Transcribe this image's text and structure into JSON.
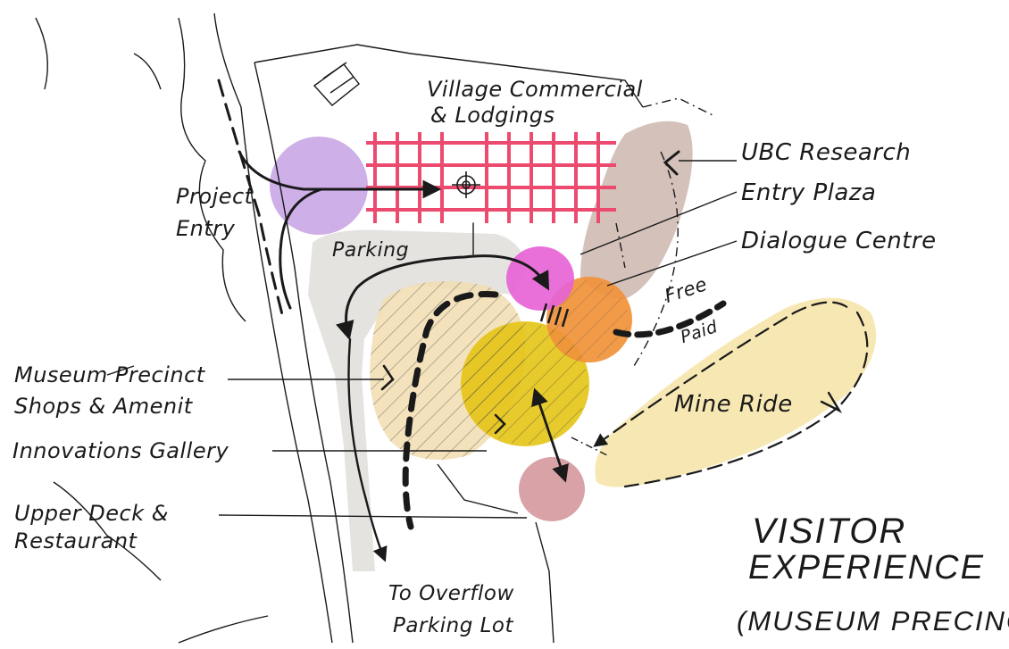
{
  "labels": {
    "village": "Village Commercial",
    "village2": "& Lodgings",
    "project": "Project",
    "project2": "Entry",
    "parking": "Parking",
    "ubc": "UBC Research",
    "entry_plaza": "Entry Plaza",
    "dialogue": "Dialogue Centre",
    "free": "Free",
    "paid": "Paid",
    "museum": "Museum Precinct",
    "museum2": "Shops & Amenit",
    "mine_ride": "Mine Ride",
    "innovations": "Innovations Gallery",
    "upper_deck": "Upper Deck &",
    "upper_deck2": "Restaurant",
    "overflow": "To Overflow",
    "overflow2": "Parking Lot"
  },
  "title": {
    "line1": "VISITOR",
    "line2": "EXPERIENCE",
    "line3": "(MUSEUM PRECINC"
  },
  "colors": {
    "ink": "#1a1a1a",
    "project_entry": "#c9a6e6",
    "village_grid": "#ec4a6e",
    "entry_plaza": "#e764d6",
    "dialogue_centre": "#f0923a",
    "innovations": "#e4c414",
    "mine_ride": "#f6e4a6",
    "ubc_research": "#cbb6ae",
    "upper_deck": "#d59aa0",
    "museum_precinct": "#f1ddb0",
    "parking_zone": "#dcdad6"
  }
}
